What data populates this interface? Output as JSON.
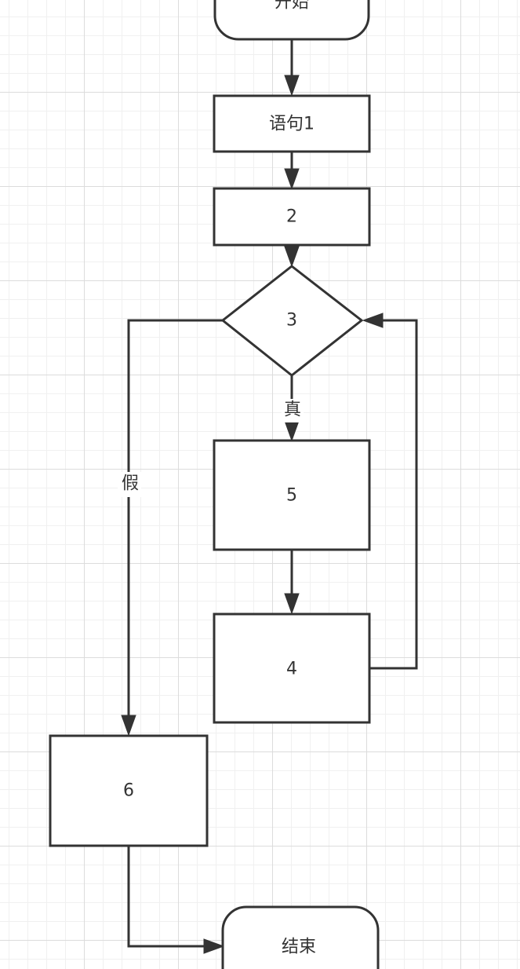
{
  "diagram": {
    "nodes": {
      "start": "开始",
      "statement1": "语句1",
      "statement2": "2",
      "condition3": "3",
      "statement5": "5",
      "statement4": "4",
      "statement6": "6",
      "end": "结束"
    },
    "edge_labels": {
      "true_branch": "真",
      "false_branch": "假"
    },
    "colors": {
      "stroke": "#333333",
      "fill": "#ffffff",
      "grid": "#dcdcdc"
    }
  }
}
